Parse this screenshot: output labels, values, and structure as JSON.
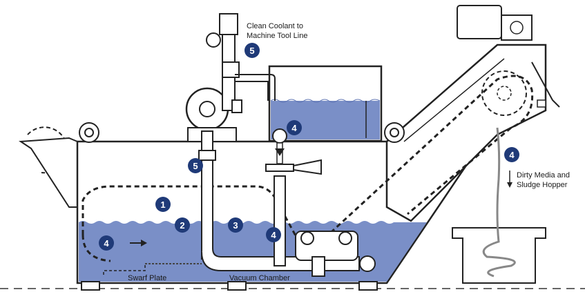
{
  "labels": {
    "clean_coolant_line1": "Clean Coolant to",
    "clean_coolant_line2": "Machine Tool Line",
    "dirty_media_line1": "Dirty Media and",
    "dirty_media_line2": "Sludge Hopper",
    "swarf_plate": "Swarf Plate",
    "vacuum_chamber": "Vacuum Chamber"
  },
  "badges": {
    "b1": "1",
    "b2": "2",
    "b3": "3",
    "b4_tank_left": "4",
    "b4_upper_tank": "4",
    "b4_center": "4",
    "b4_hopper": "4",
    "b5_top": "5",
    "b5_pipe": "5"
  },
  "colors": {
    "coolant_blue": "#7a8fc7",
    "badge_navy": "#1f3a78",
    "outline": "#222222"
  }
}
